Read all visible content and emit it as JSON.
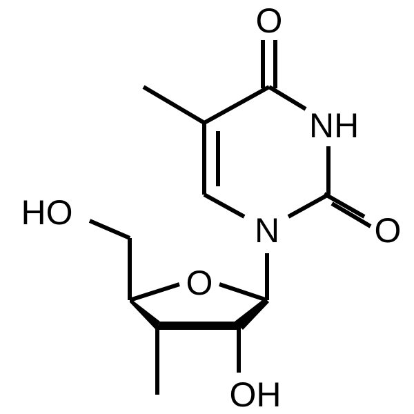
{
  "atoms": {
    "o_carbonyl_top": "O",
    "nh": "NH",
    "o_carbonyl_right": "O",
    "n1": "N",
    "ho_left": "HO",
    "o_ring": "O",
    "oh_bottom": "OH"
  },
  "colors": {
    "ink": "#000000",
    "background": "#ffffff"
  }
}
